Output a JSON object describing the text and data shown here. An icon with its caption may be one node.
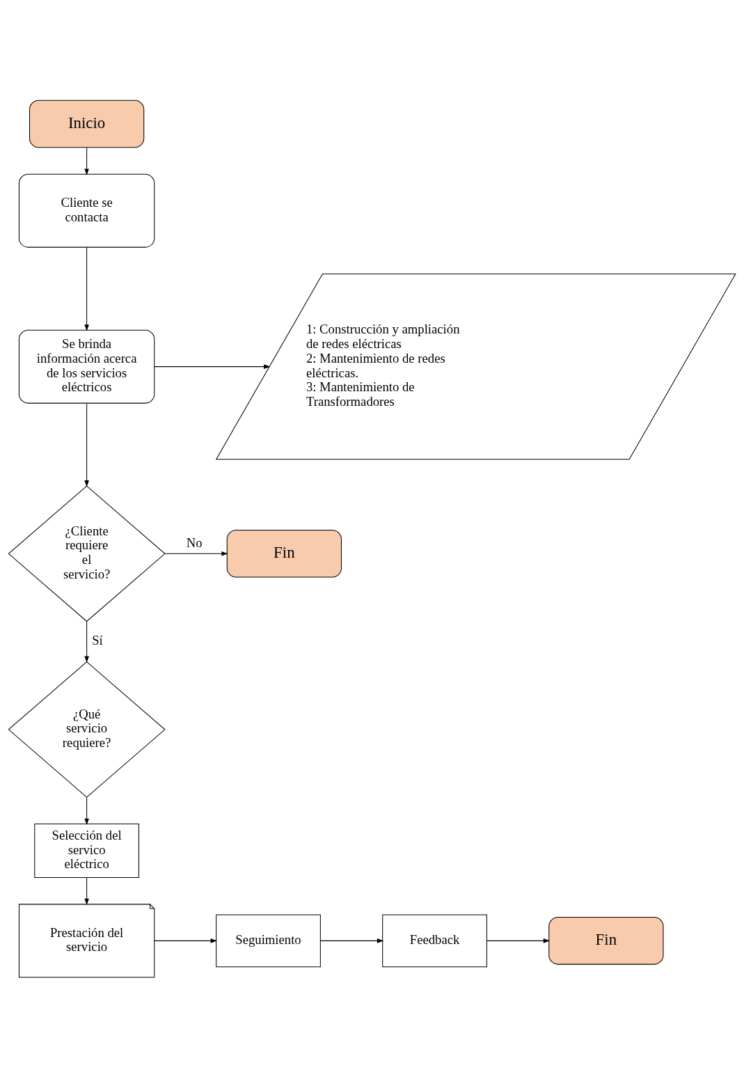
{
  "diagram": {
    "nodes": [
      {
        "text": [
          "Inicio"
        ]
      },
      {
        "text": [
          "Cliente se contacta"
        ]
      },
      {
        "text": [
          "Se brinda información acerca de los servicios eléctricos"
        ]
      },
      {
        "text": [
          "1: Construcción y ampliación de redes eléctricas",
          "2: Mantenimiento de redes eléctricas.",
          "3: Mantenimiento de Transformadores"
        ]
      },
      {
        "text": [
          "¿Cliente requiere el servicio?"
        ]
      },
      {
        "text": [
          "Fin"
        ]
      },
      {
        "text": [
          "¿Qué servicio requiere?"
        ]
      },
      {
        "text": [
          "Selección del servico eléctrico"
        ]
      },
      {
        "text": [
          "Prestación del servicio"
        ]
      },
      {
        "text": [
          "Seguimiento"
        ]
      },
      {
        "text": [
          "Feedback"
        ]
      },
      {
        "text": [
          "Fin"
        ]
      }
    ],
    "edges": [
      {
        "from": 0,
        "to": 1,
        "arrow": "to"
      },
      {
        "from": 1,
        "to": 2,
        "arrow": "to"
      },
      {
        "from": 2,
        "to": 3,
        "arrow": "to"
      },
      {
        "from": 2,
        "to": 4,
        "arrow": "to"
      },
      {
        "from": 4,
        "to": 5,
        "arrow": "to",
        "label": "No"
      },
      {
        "from": 4,
        "to": 6,
        "arrow": "to",
        "label": "Sí"
      },
      {
        "from": 6,
        "to": 7,
        "arrow": "to"
      },
      {
        "from": 7,
        "to": 8,
        "arrow": "to"
      },
      {
        "from": 8,
        "to": 9,
        "arrow": "to"
      },
      {
        "from": 9,
        "to": 10,
        "arrow": "to"
      },
      {
        "from": 10,
        "to": 11,
        "arrow": "to"
      }
    ]
  }
}
